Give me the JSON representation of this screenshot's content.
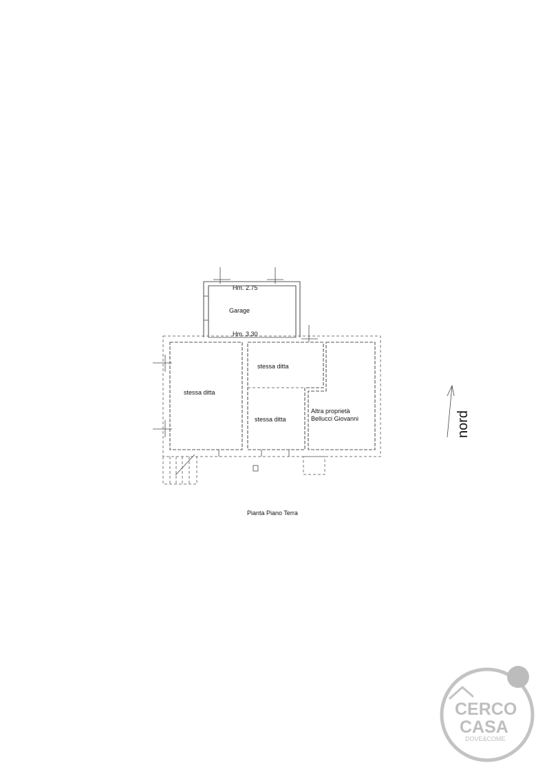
{
  "plan": {
    "caption": "Pianta Piano Terra",
    "rooms": {
      "garage": "Garage",
      "garage_height_top": "Hm. 2.75",
      "garage_height_bottom": "Hm. 3.30",
      "left_room": "stessa ditta",
      "center_top_room": "stessa ditta",
      "center_bottom_room": "stessa ditta",
      "right_room_line1": "Altra proprietà",
      "right_room_line2": "Bellucci Giovanni"
    },
    "north_label": "nord"
  },
  "watermark": {
    "brand_line1": "CERCO",
    "brand_line2": "CASA",
    "tagline": "DOVE&COME",
    "colors": {
      "gray": "#b8b8b8"
    }
  }
}
